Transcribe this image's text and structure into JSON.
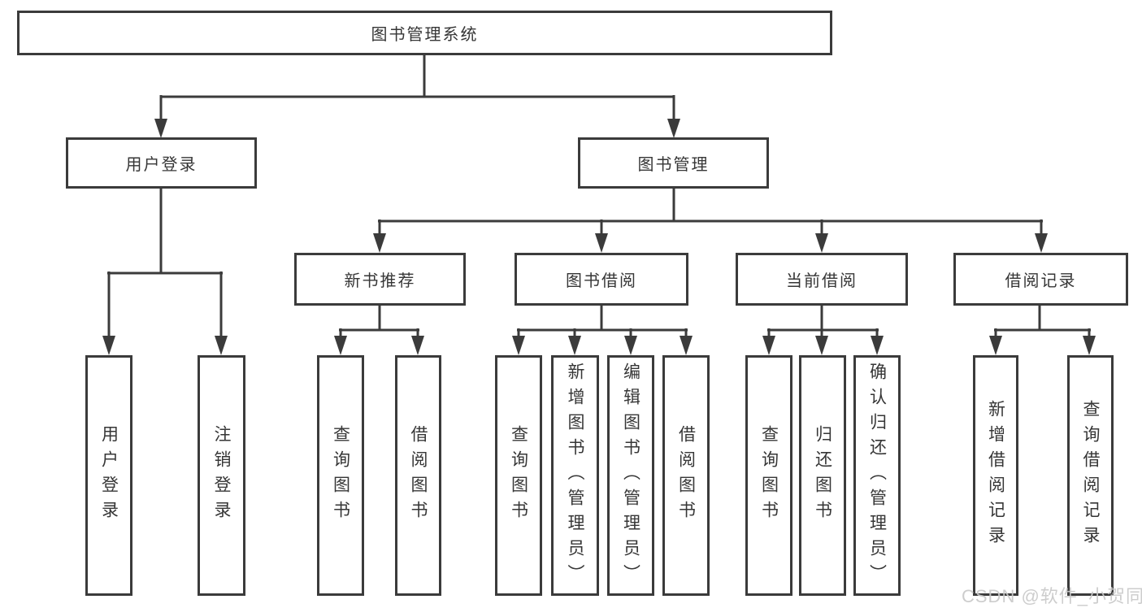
{
  "tree": {
    "label": "图书管理系统",
    "children": [
      {
        "label": "用户登录",
        "children": [
          {
            "label": "用户登录"
          },
          {
            "label": "注销登录"
          }
        ]
      },
      {
        "label": "图书管理",
        "children": [
          {
            "label": "新书推荐",
            "children": [
              {
                "label": "查询图书"
              },
              {
                "label": "借阅图书"
              }
            ]
          },
          {
            "label": "图书借阅",
            "children": [
              {
                "label": "查询图书"
              },
              {
                "label": "新增图书（管理员）"
              },
              {
                "label": "编辑图书（管理员）"
              },
              {
                "label": "借阅图书"
              }
            ]
          },
          {
            "label": "当前借阅",
            "children": [
              {
                "label": "查询图书"
              },
              {
                "label": "归还图书"
              },
              {
                "label": "确认归还（管理员）"
              }
            ]
          },
          {
            "label": "借阅记录",
            "children": [
              {
                "label": "新增借阅记录"
              },
              {
                "label": "查询借阅记录"
              }
            ]
          }
        ]
      }
    ]
  },
  "watermark": {
    "text": "CSDN @软件_小贺同学"
  },
  "colors": {
    "line": "#3b3b3b",
    "text": "#363636",
    "watermark": "#c9c9c9",
    "background": "#ffffff"
  }
}
